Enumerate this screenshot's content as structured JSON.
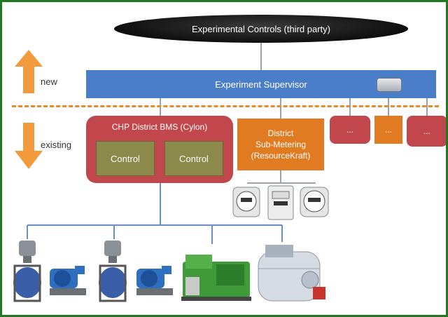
{
  "top": {
    "label": "Experimental Controls (third party)"
  },
  "supervisor": {
    "label": "Experiment Supervisor"
  },
  "legend": {
    "new_label": "new",
    "existing_label": "existing"
  },
  "bms": {
    "title": "CHP District BMS (Cylon)",
    "controls": [
      "Control",
      "Control"
    ]
  },
  "metering": {
    "label": "District\nSub-Metering\n(ResourceKraft)"
  },
  "extra_boxes": [
    "...",
    "...",
    "..."
  ],
  "colors": {
    "frame": "#1f7a1f",
    "supervisor": "#4a7ec8",
    "bms": "#c2474c",
    "control": "#8c8a4a",
    "metering": "#e07b22",
    "arrow": "#f29a3c"
  },
  "devices": [
    "meter-icon",
    "meter-icon",
    "meter-icon",
    "valve-icon",
    "pump-icon",
    "valve-icon",
    "pump-icon",
    "chp-engine-icon",
    "boiler-icon"
  ]
}
